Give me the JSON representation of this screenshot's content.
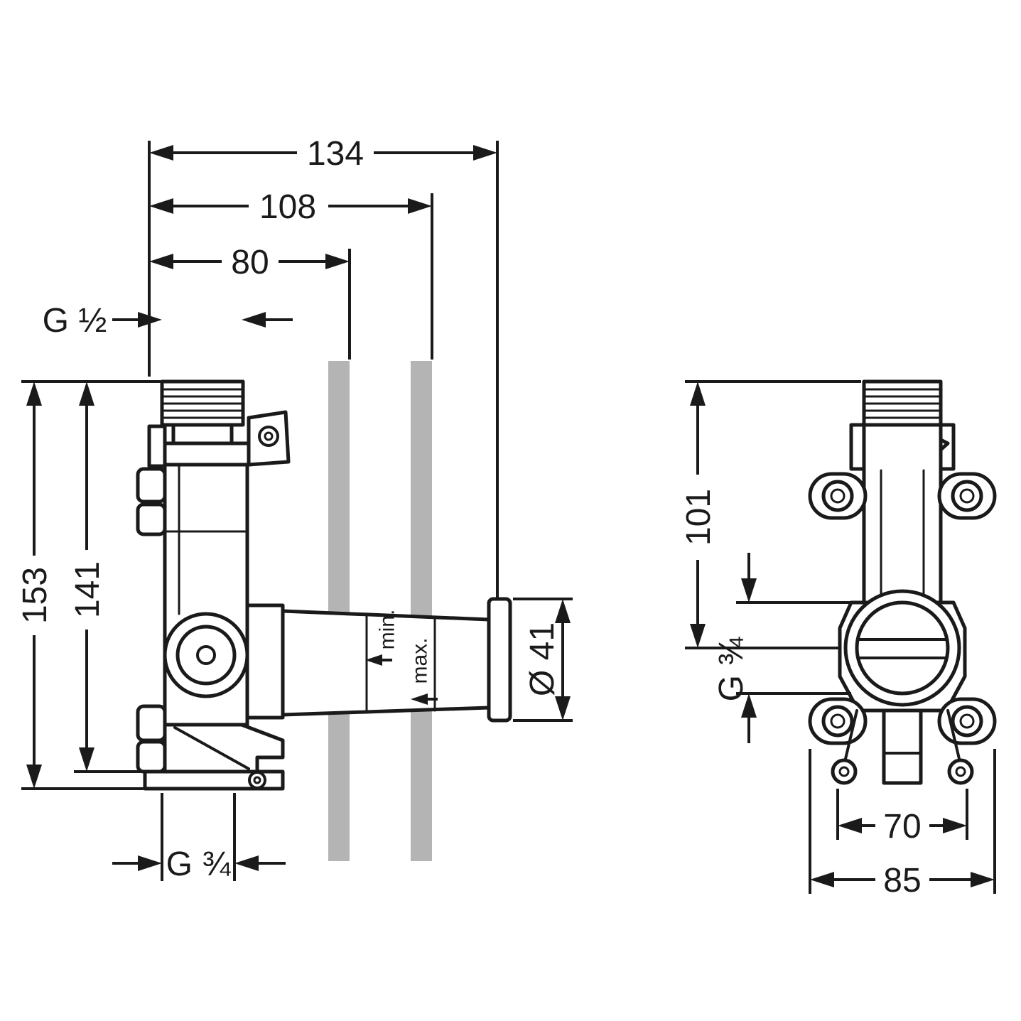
{
  "side_view": {
    "dim_134": "134",
    "dim_108": "108",
    "dim_80": "80",
    "thread_top": "G ½",
    "dim_153": "153",
    "dim_141": "141",
    "thread_bottom": "G ¾",
    "min_label": "min.",
    "max_label": "max.",
    "diameter_label": "Ø 41"
  },
  "front_view": {
    "dim_101": "101",
    "thread_label": "G ¾",
    "dim_70": "70",
    "dim_85": "85"
  },
  "colors": {
    "line": "#1a1a1a",
    "wall": "#b4b4b4",
    "bg": "#ffffff"
  }
}
